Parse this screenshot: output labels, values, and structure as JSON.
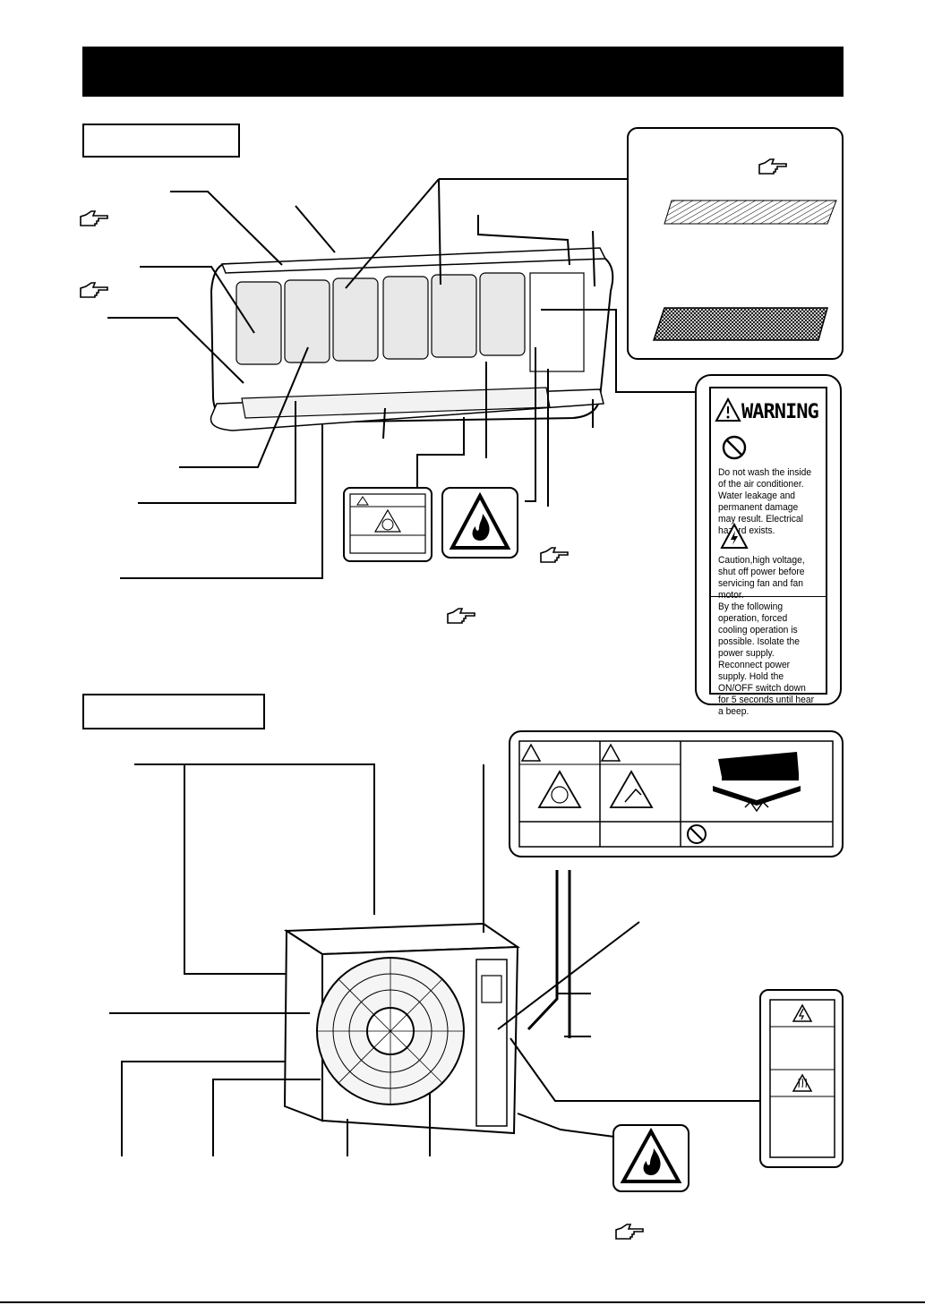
{
  "header": {
    "title": ""
  },
  "sections": {
    "indoor": {
      "label": ""
    },
    "outdoor": {
      "label": ""
    }
  },
  "warning_label": {
    "title": "WARNING",
    "text1": "Do not wash the inside of the air conditioner. Water leakage and permanent damage may result. Electrical hazard exists.",
    "text2": "Caution,high voltage, shut off power before servicing fan and fan motor.",
    "text3": "By the following operation, forced cooling operation is possible. Isolate the power supply. Reconnect power supply. Hold the ON/OFF switch down for 5 seconds until hear a beep."
  },
  "icons": [
    "pointing-hand-icon",
    "warning-triangle-icon",
    "fan-icon",
    "flame-icon",
    "prohibition-icon",
    "high-voltage-icon",
    "hot-surface-icon",
    "finger-pinch-icon",
    "step-on-icon"
  ],
  "colors": {
    "title_bar": "#000000",
    "panel_border": "#000000"
  }
}
